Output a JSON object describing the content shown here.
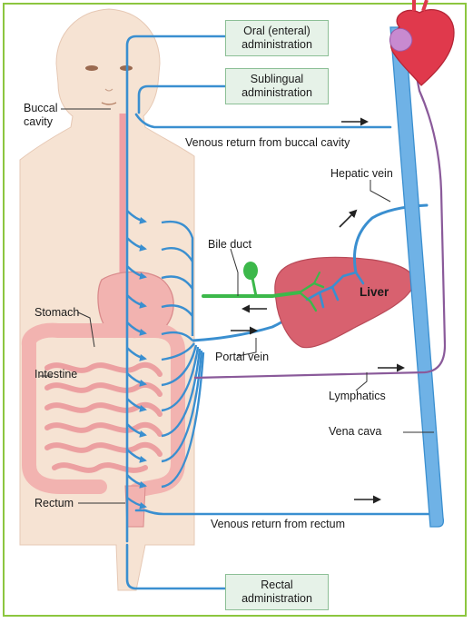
{
  "boxes": {
    "oral": {
      "line1": "Oral (enteral)",
      "line2": "administration"
    },
    "sublingual": {
      "line1": "Sublingual",
      "line2": "administration"
    },
    "rectal": {
      "line1": "Rectal",
      "line2": "administration"
    }
  },
  "labels": {
    "buccal_line1": "Buccal",
    "buccal_line2": "cavity",
    "venous_buccal": "Venous return from buccal cavity",
    "hepatic_vein": "Hepatic vein",
    "bile_duct": "Bile duct",
    "liver": "Liver",
    "stomach": "Stomach",
    "intestine": "Intestine",
    "portal_vein": "Portal vein",
    "lymphatics": "Lymphatics",
    "vena_cava": "Vena cava",
    "rectum": "Rectum",
    "venous_rectum": "Venous return from rectum"
  },
  "colors": {
    "frame": "#8cc63f",
    "vessel": "#3a8fd0",
    "vena_cava_fill": "#6fb2e6",
    "lymphatic": "#8a5a9a",
    "bile": "#3cb84a",
    "liver": "#d8616f",
    "heart": "#e0394c",
    "body_skin": "#f6e3d3",
    "intestine": "#f2b3b0",
    "box_fill": "#e6f2e8"
  }
}
